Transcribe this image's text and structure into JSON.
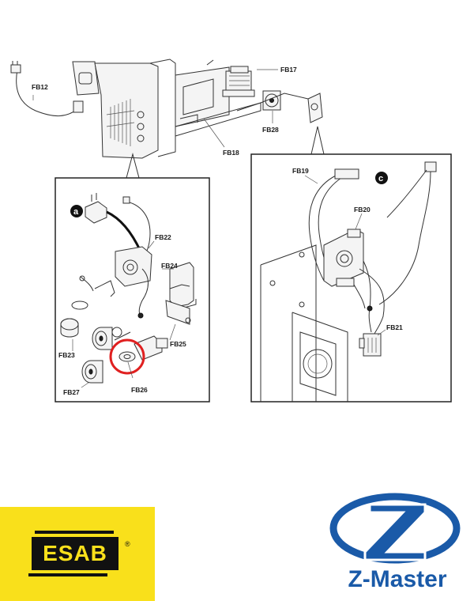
{
  "labels": {
    "fb12": "FB12",
    "fb17": "FB17",
    "fb18": "FB18",
    "fb28": "FB28",
    "fb19": "FB19",
    "fb20": "FB20",
    "fb21": "FB21",
    "fb22": "FB22",
    "fb23": "FB23",
    "fb24": "FB24",
    "fb25": "FB25",
    "fb26": "FB26",
    "fb27": "FB27"
  },
  "callouts": {
    "a": "a",
    "c": "c"
  },
  "logos": {
    "esab": {
      "text": "ESAB",
      "reg": "®",
      "bg": "#f9e01b",
      "fg": "#111111"
    },
    "zmaster": {
      "text": "Z-Master",
      "color": "#1a5aa8"
    }
  },
  "colors": {
    "highlight": "#e02020",
    "line": "#333333"
  }
}
